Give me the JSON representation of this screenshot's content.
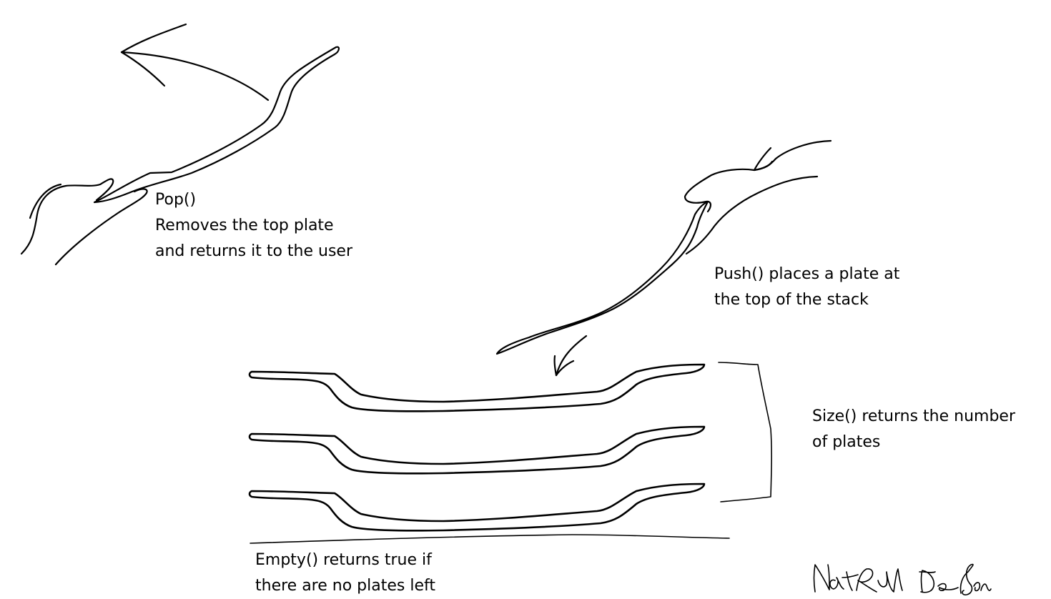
{
  "diagram": {
    "pop": {
      "title": "Pop()",
      "line1": "Removes the top plate",
      "line2": "and returns it to the user"
    },
    "push": {
      "line1": "Push() places a plate at",
      "line2": "the top of the stack"
    },
    "size": {
      "line1": "Size() returns the number",
      "line2": "of plates"
    },
    "empty": {
      "line1": "Empty() returns true if",
      "line2": "there are no plates left"
    },
    "signature": "Nathaniel Dawson",
    "plate_count": 3
  }
}
